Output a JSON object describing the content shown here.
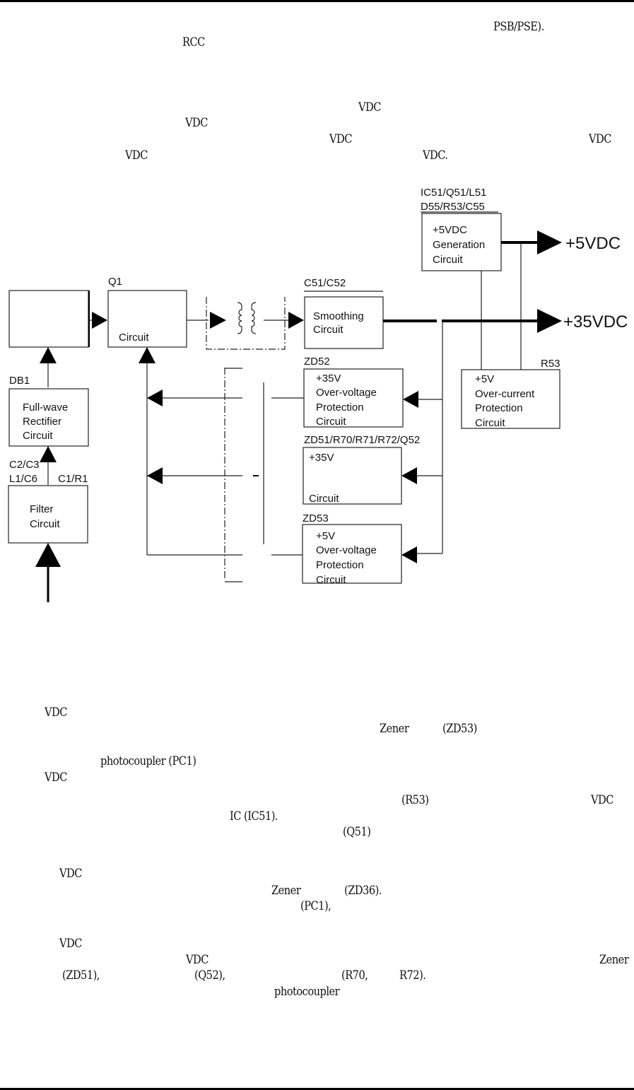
{
  "text_fragments": {
    "top": [
      {
        "id": "t1",
        "text": "PSB/PSE)."
      },
      {
        "id": "t2",
        "text": "RCC"
      },
      {
        "id": "t3",
        "text": "VDC"
      },
      {
        "id": "t4",
        "text": "VDC"
      },
      {
        "id": "t5",
        "text": "VDC"
      },
      {
        "id": "t6",
        "text": "VDC"
      },
      {
        "id": "t7",
        "text": "VDC"
      },
      {
        "id": "t8",
        "text": "VDC."
      }
    ],
    "bottom": [
      {
        "id": "b1",
        "text": "VDC"
      },
      {
        "id": "b2",
        "text": "Zener"
      },
      {
        "id": "b3",
        "text": "(ZD53)"
      },
      {
        "id": "b4",
        "text": "photocoupler (PC1)"
      },
      {
        "id": "b5",
        "text": "VDC"
      },
      {
        "id": "b6",
        "text": "(R53)"
      },
      {
        "id": "b7",
        "text": "VDC"
      },
      {
        "id": "b8",
        "text": "IC (IC51)."
      },
      {
        "id": "b9",
        "text": "(Q51)"
      },
      {
        "id": "b10",
        "text": "VDC"
      },
      {
        "id": "b11",
        "text": "Zener"
      },
      {
        "id": "b12",
        "text": "(ZD36)."
      },
      {
        "id": "b13",
        "text": "(PC1),"
      },
      {
        "id": "b14",
        "text": "VDC"
      },
      {
        "id": "b15",
        "text": "VDC"
      },
      {
        "id": "b16",
        "text": "Zener"
      },
      {
        "id": "b17",
        "text": "(ZD51),"
      },
      {
        "id": "b18",
        "text": "(Q52),"
      },
      {
        "id": "b19",
        "text": "(R70,"
      },
      {
        "id": "b20",
        "text": "R72)."
      },
      {
        "id": "b21",
        "text": "photocoupler"
      }
    ]
  },
  "diagram": {
    "blocks": {
      "input_block": {
        "ref": "",
        "lines": []
      },
      "switching": {
        "ref": "Q1",
        "lines": [
          "Circuit"
        ]
      },
      "smoothing": {
        "ref": "C51/C52",
        "lines": [
          "Smoothing",
          "Circuit"
        ]
      },
      "gen5v": {
        "ref1": "IC51/Q51/L51",
        "ref2": "D55/R53/C55",
        "lines": [
          "+5VDC",
          "Generation",
          "Circuit"
        ]
      },
      "rectifier": {
        "ref": "DB1",
        "lines": [
          "Full-wave",
          "Rectifier",
          "Circuit"
        ]
      },
      "filter": {
        "ref1": "C2/C3",
        "ref2": "L1/C6",
        "ref3": "C1/R1",
        "lines": [
          "Filter",
          "Circuit"
        ]
      },
      "ovp35": {
        "ref": "ZD52",
        "lines": [
          "+35V",
          "Over-voltage",
          "Protection",
          "Circuit"
        ]
      },
      "ocp35": {
        "ref": "ZD51/R70/R71/R72/Q52",
        "lines": [
          "+35V",
          "Circuit"
        ]
      },
      "ovp5": {
        "ref": "ZD53",
        "lines": [
          "+5V",
          "Over-voltage",
          "Protection",
          "Circuit"
        ]
      },
      "ocp5": {
        "ref": "R53",
        "lines": [
          "+5V",
          "Over-current",
          "Protection",
          "Circuit"
        ]
      }
    },
    "outputs": {
      "out5": "+5VDC",
      "out35": "+35VDC"
    }
  }
}
